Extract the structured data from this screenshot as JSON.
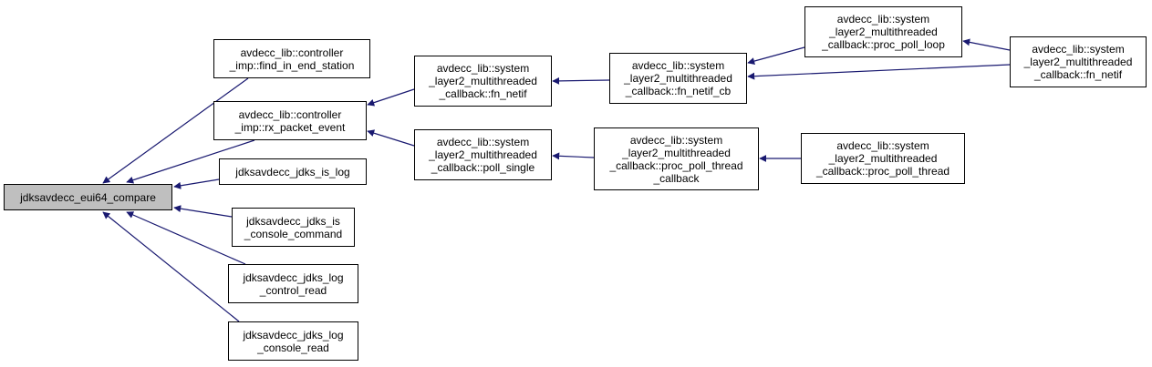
{
  "graph": {
    "root": {
      "label": "jdksavdecc_eui64_compare"
    },
    "nodes": {
      "find_in_end_station": {
        "label": "avdecc_lib::controller\n_imp::find_in_end_station"
      },
      "rx_packet_event": {
        "label": "avdecc_lib::controller\n_imp::rx_packet_event"
      },
      "jdks_is_log": {
        "label": "jdksavdecc_jdks_is_log"
      },
      "jdks_is_console_command": {
        "label": "jdksavdecc_jdks_is\n_console_command"
      },
      "jdks_log_control_read": {
        "label": "jdksavdecc_jdks_log\n_control_read"
      },
      "jdks_log_console_read": {
        "label": "jdksavdecc_jdks_log\n_console_read"
      },
      "fn_netif": {
        "label": "avdecc_lib::system\n_layer2_multithreaded\n_callback::fn_netif"
      },
      "poll_single": {
        "label": "avdecc_lib::system\n_layer2_multithreaded\n_callback::poll_single"
      },
      "fn_netif_cb": {
        "label": "avdecc_lib::system\n_layer2_multithreaded\n_callback::fn_netif_cb"
      },
      "proc_poll_thread_callback": {
        "label": "avdecc_lib::system\n_layer2_multithreaded\n_callback::proc_poll_thread\n_callback"
      },
      "proc_poll_loop": {
        "label": "avdecc_lib::system\n_layer2_multithreaded\n_callback::proc_poll_loop"
      },
      "fn_netif_top": {
        "label": "avdecc_lib::system\n_layer2_multithreaded\n_callback::fn_netif"
      },
      "proc_poll_thread": {
        "label": "avdecc_lib::system\n_layer2_multithreaded\n_callback::proc_poll_thread"
      }
    },
    "edges": [
      {
        "from": "find_in_end_station",
        "to": "root"
      },
      {
        "from": "rx_packet_event",
        "to": "root"
      },
      {
        "from": "jdks_is_log",
        "to": "root"
      },
      {
        "from": "jdks_is_console_command",
        "to": "root"
      },
      {
        "from": "jdks_log_control_read",
        "to": "root"
      },
      {
        "from": "jdks_log_console_read",
        "to": "root"
      },
      {
        "from": "fn_netif",
        "to": "rx_packet_event"
      },
      {
        "from": "poll_single",
        "to": "rx_packet_event"
      },
      {
        "from": "fn_netif_cb",
        "to": "fn_netif"
      },
      {
        "from": "proc_poll_thread_callback",
        "to": "poll_single"
      },
      {
        "from": "proc_poll_loop",
        "to": "fn_netif_cb"
      },
      {
        "from": "fn_netif_top",
        "to": "fn_netif_cb"
      },
      {
        "from": "fn_netif_top",
        "to": "proc_poll_loop"
      },
      {
        "from": "proc_poll_thread",
        "to": "proc_poll_thread_callback"
      }
    ],
    "colors": {
      "edge": "#191970",
      "root_fill": "#bfbfbf",
      "node_fill": "#ffffff",
      "border": "#000000"
    }
  }
}
